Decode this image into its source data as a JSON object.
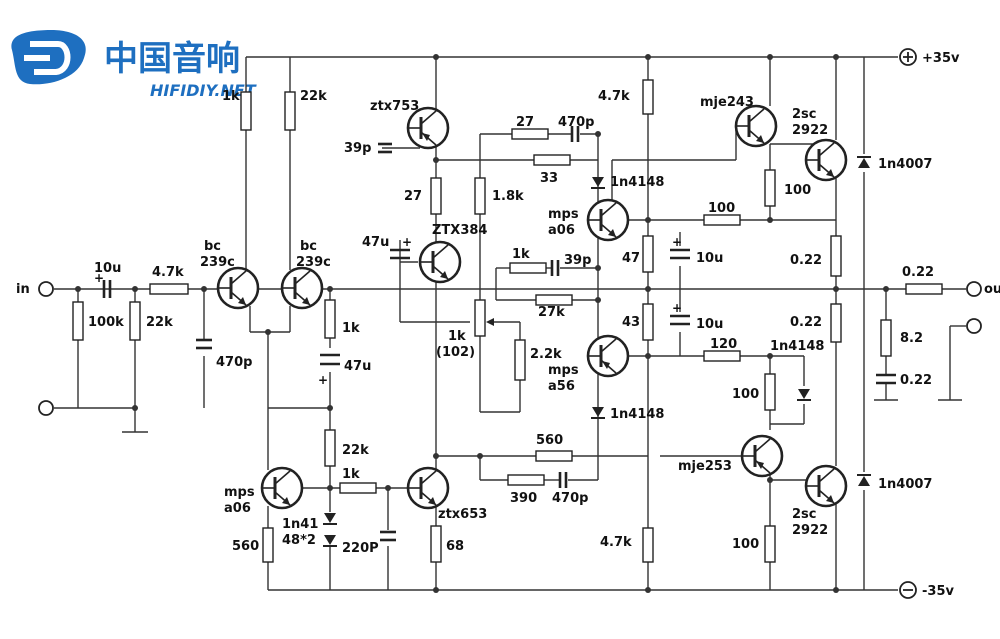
{
  "logo": {
    "brand": "中国音响",
    "site": "HIFIDIY.NET"
  },
  "rails": {
    "pos": "+35v",
    "neg": "-35v"
  },
  "terminals": {
    "input": "in",
    "output": "out"
  },
  "components": {
    "r_1k_top": "1k",
    "r_22k_top": "22k",
    "q_ztx753": "ztx753",
    "c_39p": "39p",
    "r_27_a": "27",
    "c_470p_a": "470p",
    "r_27_b": "27",
    "r_33": "33",
    "r_1_8k": "1.8k",
    "d_1n4148_a": "1n4148",
    "q_mpsa06_top_1": "mps",
    "q_mpsa06_top_2": "a06",
    "r_4_7k_top": "4.7k",
    "q_mje243": "mje243",
    "q_2sc2922_top_1": "2sc",
    "q_2sc2922_top_2": "2922",
    "r_100_a": "100",
    "r_100_b": "100",
    "d_1n4007_top": "1n4007",
    "c_10u_in": "10u",
    "r_4_7k_in": "4.7k",
    "q_bc239c_l_1": "bc",
    "q_bc239c_l_2": "239c",
    "q_bc239c_r_1": "bc",
    "q_bc239c_r_2": "239c",
    "c_47u_a": "47u",
    "q_ztx384": "ZTX384",
    "r_1k_mid": "1k",
    "c_39p_b": "39p",
    "r_27k": "27k",
    "r_47": "47",
    "c_10u_a": "10u",
    "r_022_a": "0.22",
    "r_022_out": "0.22",
    "r_100k": "100k",
    "r_22k_in": "22k",
    "c_470p_in": "470p",
    "r_1k_b": "1k",
    "c_47u_b": "47u",
    "vr_1k_1": "1k",
    "vr_1k_2": "(102)",
    "r_2_2k": "2.2k",
    "r_43": "43",
    "c_10u_b": "10u",
    "r_022_b": "0.22",
    "r_8_2": "8.2",
    "c_022": "0.22",
    "q_mpsa56_1": "mps",
    "q_mpsa56_2": "a56",
    "r_120": "120",
    "d_1n4148_b": "1n4148",
    "r_100_c": "100",
    "d_1n4148_c": "1n4148",
    "r_22k_c": "22k",
    "c_560": "560",
    "q_mje253": "mje253",
    "q_mpsa06_bot_1": "mps",
    "q_mpsa06_bot_2": "a06",
    "r_1k_c": "1k",
    "q_ztx653": "ztx653",
    "d_1n4148_x2_1": "1n41",
    "d_1n4148_x2_2": "48*2",
    "r_390": "390",
    "c_470p_b": "470p",
    "q_2sc2922_bot_1": "2sc",
    "q_2sc2922_bot_2": "2922",
    "d_1n4007_bot": "1n4007",
    "r_560": "560",
    "c_220p": "220P",
    "r_68": "68",
    "r_4_7k_bot": "4.7k",
    "r_100_d": "100"
  }
}
